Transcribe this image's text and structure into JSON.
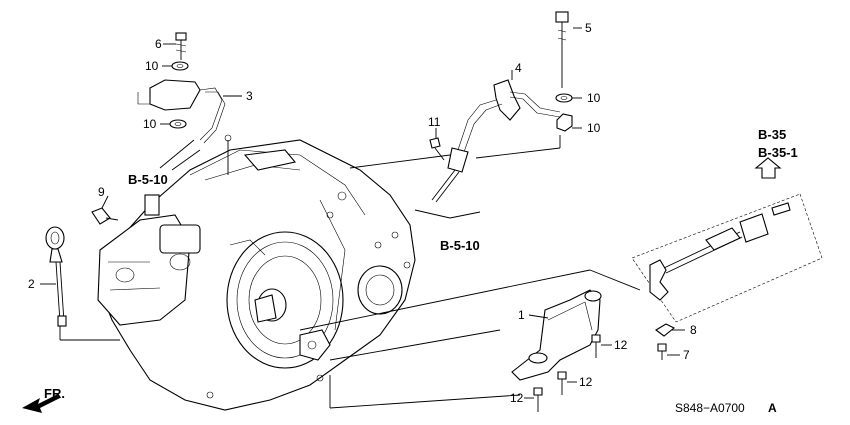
{
  "callouts": {
    "c1": "1",
    "c2": "2",
    "c3": "3",
    "c4": "4",
    "c5": "5",
    "c6": "6",
    "c7": "7",
    "c8": "8",
    "c9": "9",
    "c10a": "10",
    "c10b": "10",
    "c10c": "10",
    "c10d": "10",
    "c11": "11",
    "c12a": "12",
    "c12b": "12",
    "c12c": "12"
  },
  "references": {
    "b5_10_left": "B-5-10",
    "b5_10_right": "B-5-10",
    "b35": "B-35",
    "b35_1": "B-35-1"
  },
  "direction_label": "FR.",
  "diagram_code": "S848−A0700",
  "diagram_code_suffix": "A"
}
